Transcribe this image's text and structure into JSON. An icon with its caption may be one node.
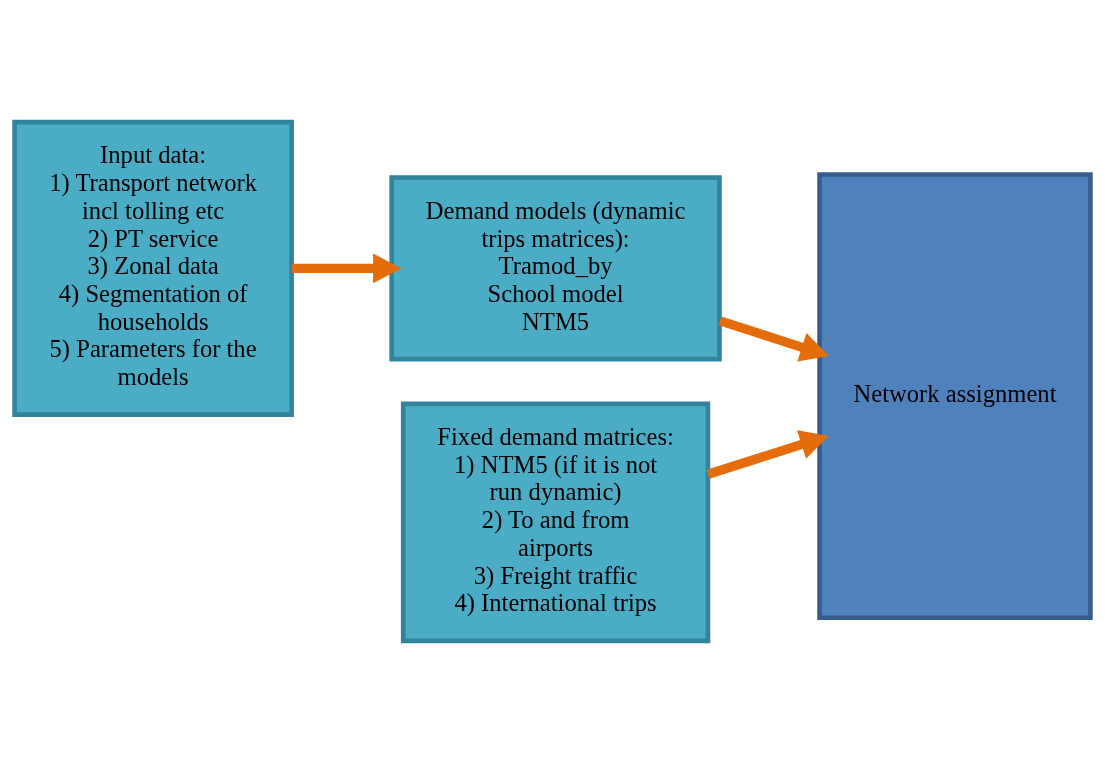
{
  "diagram": {
    "nodes": [
      {
        "text": [
          "Input data:",
          "1) Transport network incl tolling etc",
          "2) PT service",
          "3) Zonal data",
          "4) Segmentation of households",
          "5) Parameters for the models"
        ]
      },
      {
        "text": [
          "Demand models (dynamic trips matrices):",
          "Tramod_by",
          "School model",
          "NTM5"
        ]
      },
      {
        "text": [
          "Fixed demand matrices:",
          "1) NTM5 (if it is not run dynamic)",
          "2) To and from airports",
          "3) Freight traffic",
          "4) International trips"
        ]
      },
      {
        "text": [
          "Network assignment"
        ]
      }
    ],
    "edges": [
      {
        "from": 0,
        "to": 1,
        "arrow": "to"
      },
      {
        "from": 1,
        "to": 3,
        "arrow": "to"
      },
      {
        "from": 2,
        "to": 3,
        "arrow": "to"
      }
    ]
  }
}
